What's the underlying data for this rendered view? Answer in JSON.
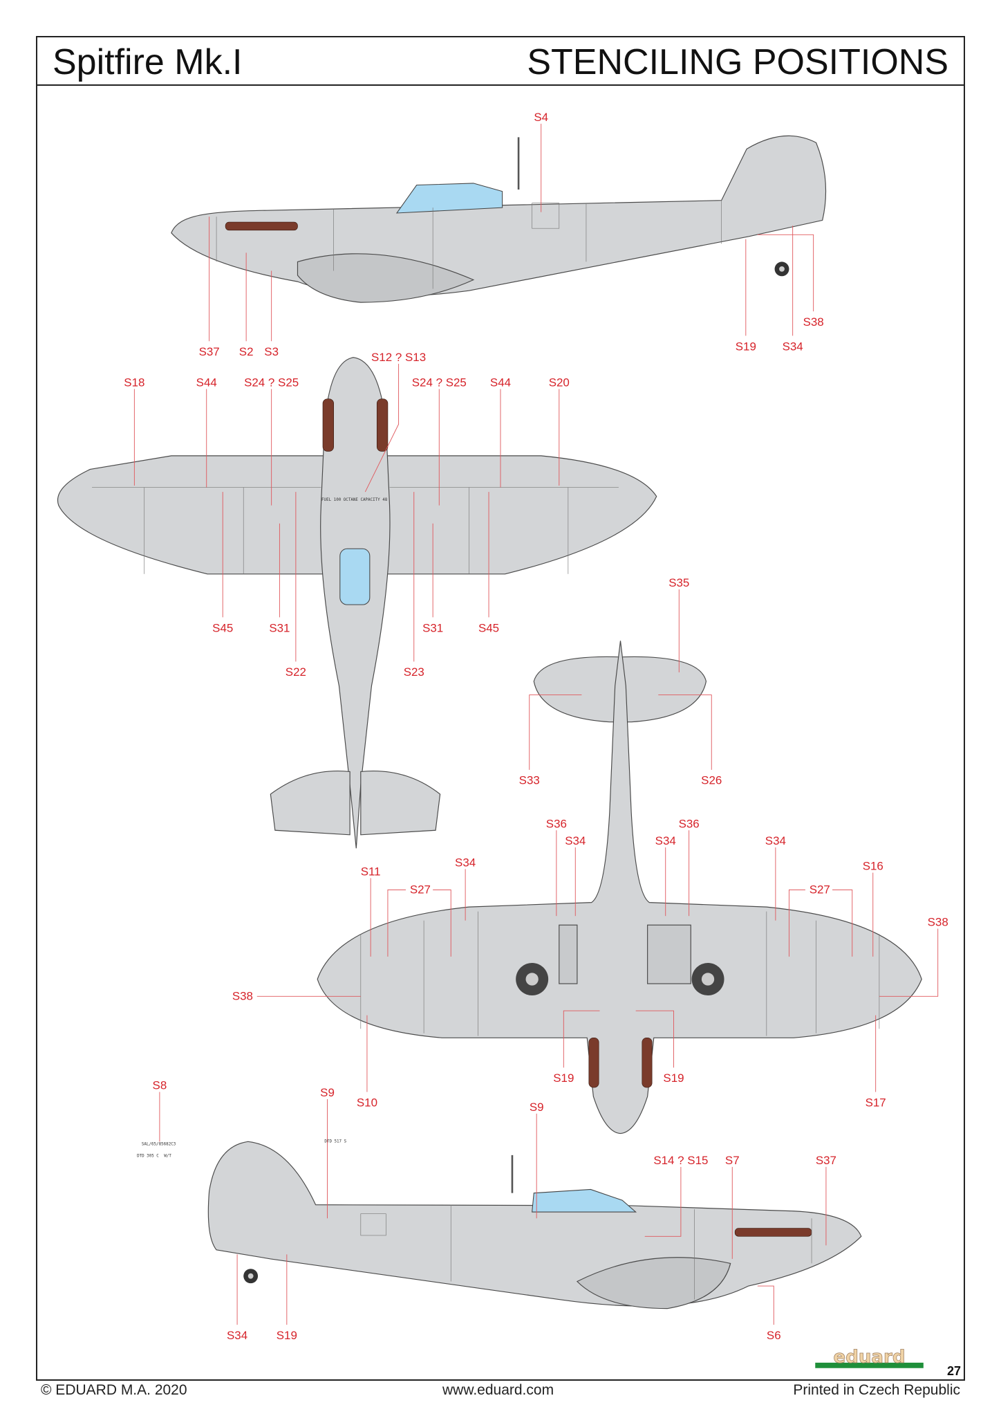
{
  "header": {
    "aircraft": "Spitfire Mk.I",
    "section": "STENCILING POSITIONS"
  },
  "footer": {
    "copyright": "© EDUARD M.A. 2020",
    "website": "www.eduard.com",
    "printed": "Printed in Czech Republic",
    "page": "27",
    "logo": "eduard"
  },
  "colors": {
    "label": "#d6232a",
    "aircraft": "#d3d5d7",
    "glass": "#a9d9f2",
    "exhaust": "#7a3b2b",
    "logo_green": "#1f8f3a",
    "logo_tan": "#f0d3a6"
  },
  "stencils": {
    "fuel": "FUEL 100 OCTANE CAPACITY 48",
    "fin_serial": "SAL/65/85682C3",
    "dtd305": "DTD 305 C",
    "dtd517": "DTD 517 S",
    "wt": "W/T"
  },
  "labels": [
    {
      "text": "S4"
    },
    {
      "text": "S37"
    },
    {
      "text": "S2"
    },
    {
      "text": "S3"
    },
    {
      "text": "S38"
    },
    {
      "text": "S19"
    },
    {
      "text": "S34"
    },
    {
      "text": "S12 ? S13"
    },
    {
      "text": "S18"
    },
    {
      "text": "S44"
    },
    {
      "text": "S24 ? S25"
    },
    {
      "text": "S24 ? S25"
    },
    {
      "text": "S44"
    },
    {
      "text": "S20"
    },
    {
      "text": "S45"
    },
    {
      "text": "S31"
    },
    {
      "text": "S31"
    },
    {
      "text": "S45"
    },
    {
      "text": "S22"
    },
    {
      "text": "S23"
    },
    {
      "text": "S35"
    },
    {
      "text": "S33"
    },
    {
      "text": "S26"
    },
    {
      "text": "S36"
    },
    {
      "text": "S34"
    },
    {
      "text": "S34"
    },
    {
      "text": "S36"
    },
    {
      "text": "S34"
    },
    {
      "text": "S34"
    },
    {
      "text": "S11"
    },
    {
      "text": "S27"
    },
    {
      "text": "S27"
    },
    {
      "text": "S16"
    },
    {
      "text": "S38"
    },
    {
      "text": "S38"
    },
    {
      "text": "S19"
    },
    {
      "text": "S19"
    },
    {
      "text": "S10"
    },
    {
      "text": "S17"
    },
    {
      "text": "S8"
    },
    {
      "text": "S9"
    },
    {
      "text": "S9"
    },
    {
      "text": "S14 ? S15"
    },
    {
      "text": "S7"
    },
    {
      "text": "S37"
    },
    {
      "text": "S34"
    },
    {
      "text": "S19"
    },
    {
      "text": "S6"
    }
  ]
}
